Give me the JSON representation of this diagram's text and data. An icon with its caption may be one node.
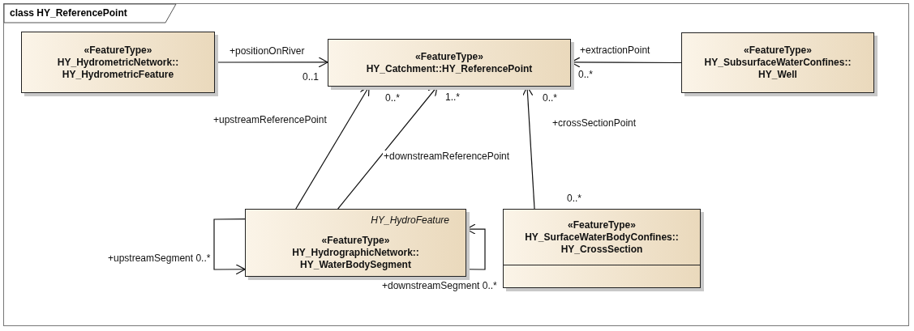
{
  "diagram": {
    "title": "class HY_ReferencePoint",
    "nodes": [
      {
        "text": [
          "«FeatureType»",
          "HY_HydrometricNetwork:: HY_HydrometricFeature"
        ]
      },
      {
        "text": [
          "«FeatureType»",
          "HY_Catchment::HY_ReferencePoint"
        ]
      },
      {
        "text": [
          "«FeatureType»",
          "HY_SubsurfaceWaterConfines:: HY_Well"
        ]
      },
      {
        "text": [
          "HY_HydroFeature",
          "«FeatureType»",
          "HY_HydrographicNetwork:: HY_WaterBodySegment"
        ]
      },
      {
        "text": [
          "«FeatureType»",
          "HY_SurfaceWaterBodyConfines:: HY_CrossSection"
        ]
      }
    ],
    "edges": [
      {
        "from": 0,
        "to": 1,
        "arrow": "to",
        "label": "+positionOnRiver"
      },
      {
        "from": 2,
        "to": 1,
        "arrow": "to",
        "label": "+extractionPoint"
      },
      {
        "from": 3,
        "to": 1,
        "arrow": "to",
        "label": "+upstreamReferencePoint"
      },
      {
        "from": 3,
        "to": 1,
        "arrow": "to",
        "label": "+downstreamReferencePoint"
      },
      {
        "from": 4,
        "to": 1,
        "arrow": "to",
        "label": "+crossSectionPoint"
      },
      {
        "from": 3,
        "to": 3,
        "arrow": "to",
        "label": "+upstreamSegment 0..*"
      },
      {
        "from": 3,
        "to": 3,
        "arrow": "to",
        "label": "+downstreamSegment 0..*"
      }
    ],
    "labels": [
      "0..1",
      "0..*",
      "0..*",
      "1..*",
      "0..*",
      "0..*"
    ]
  }
}
